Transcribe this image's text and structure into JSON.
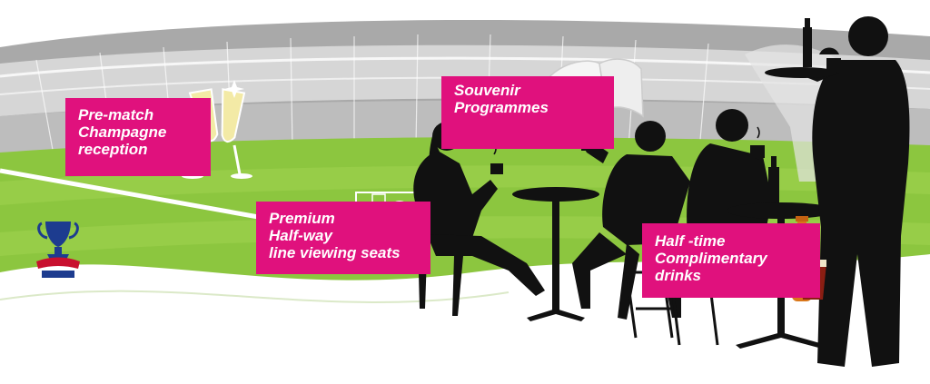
{
  "callouts": {
    "champagne": {
      "lines": [
        "Pre-match",
        "Champagne",
        "reception"
      ]
    },
    "seats": {
      "lines": [
        "Premium",
        "Half-way",
        "line viewing seats"
      ]
    },
    "programmes": {
      "lines": [
        "Souvenir",
        "Programmes"
      ]
    },
    "drinks": {
      "lines": [
        "Half -time",
        "Complimentary",
        "drinks"
      ]
    }
  },
  "colors": {
    "accent": "#e0117d",
    "pitch": "#8cc63f",
    "stand": "#c8c8c8",
    "silhouette": "#111111"
  },
  "icons": [
    "champagne-glasses-icon",
    "programme-book-icon",
    "beer-bottle-icon",
    "beer-glass-icon",
    "fa-cup-logo-icon"
  ]
}
